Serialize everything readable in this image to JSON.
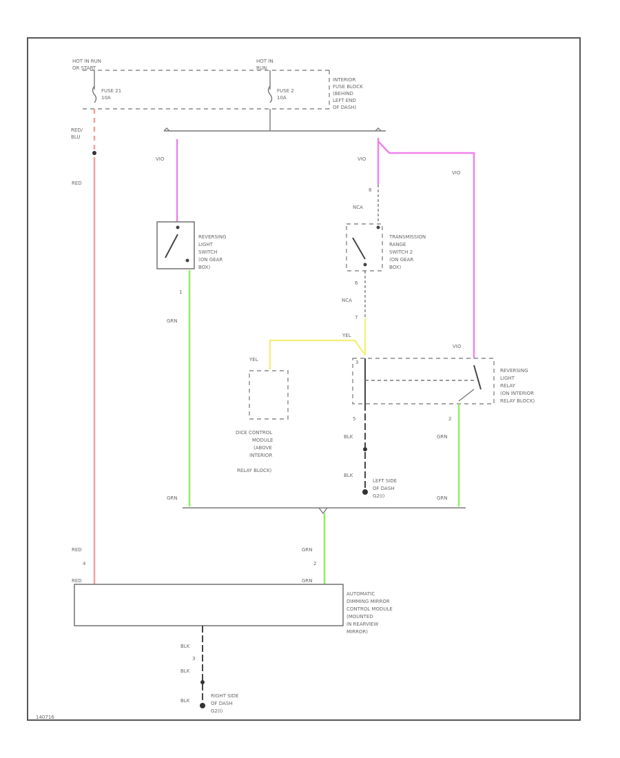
{
  "power": {
    "hot_left": [
      "HOT IN RUN",
      "OR START"
    ],
    "hot_mid": [
      "HOT IN",
      "RUN"
    ],
    "fuse_left": [
      "FUSE 21",
      "10A"
    ],
    "fuse_mid": [
      "FUSE 2",
      "10A"
    ],
    "fuse_block": [
      "INTERIOR",
      "FUSE BLOCK",
      "(BEHIND",
      "LEFT END",
      "OF DASH)"
    ]
  },
  "wires": {
    "red_blu": [
      "RED/",
      "BLU"
    ],
    "red": "RED",
    "vio_left": "VIO",
    "vio_mid": "VIO",
    "vio_right": "VIO",
    "vio_relay": "VIO",
    "nca_top": "NCA",
    "nca_bottom": "NCA",
    "grn_left": "GRN",
    "grn_bottom_left": "GRN",
    "grn_right": "GRN",
    "grn_bottom_right": "GRN",
    "grn_mirror_top": "GRN",
    "grn_mirror": "GRN",
    "yel_top": "YEL",
    "yel_left": "YEL",
    "blk_relay": "BLK",
    "blk_ground": "BLK",
    "blk_mirror_1": "BLK",
    "blk_mirror_2": "BLK",
    "blk_mirror_3": "BLK",
    "red_mirror_top": "RED",
    "red_mirror": "RED"
  },
  "pins": {
    "p_switch_1": "1",
    "p_trans_8": "8",
    "p_trans_6": "6",
    "p_trans_7": "7",
    "p_relay_3": "3",
    "p_relay_5": "5",
    "p_relay_2": "2",
    "p_mirror_4": "4",
    "p_mirror_2": "2",
    "p_mirror_3": "3"
  },
  "components": {
    "reversing_switch": [
      "REVERSING",
      "LIGHT",
      "SWITCH",
      "(ON GEAR",
      "BOX)"
    ],
    "trans_range": [
      "TRANSMISSION",
      "RANGE",
      "SWITCH 2",
      "(ON GEAR",
      "BOX)"
    ],
    "dice": [
      "DICE CONTROL",
      "MODULE",
      "(ABOVE",
      "INTERIOR",
      "RELAY BLOCK)"
    ],
    "relay": [
      "REVERSING",
      "LIGHT",
      "RELAY",
      "(ON INTERIOR",
      "RELAY BLOCK)"
    ],
    "mirror": [
      "AUTOMATIC",
      "DIMMING MIRROR",
      "CONTROL MODULE",
      "(MOUNTED",
      "IN REARVIEW",
      "MIRROR)"
    ],
    "ground_left": [
      "LEFT SIDE",
      "OF DASH",
      "G2(I)"
    ],
    "ground_right": [
      "RIGHT SIDE",
      "OF DASH",
      "G2(I)"
    ]
  },
  "footer": {
    "code": "140716"
  },
  "colors": {
    "violet": "#ee82ee",
    "red": "#f4a0a0",
    "green": "#90ee60",
    "yellow": "#f4f080"
  }
}
